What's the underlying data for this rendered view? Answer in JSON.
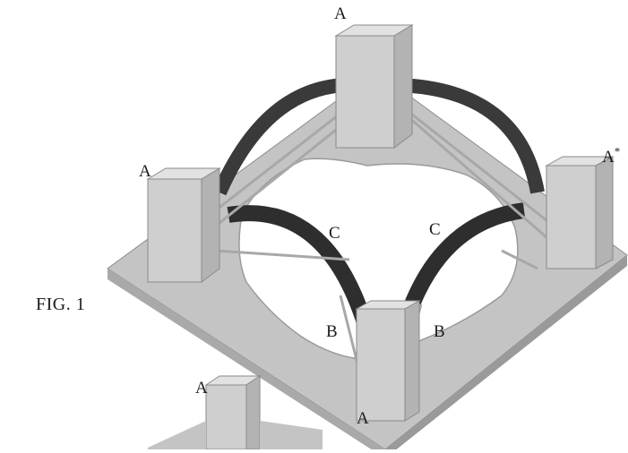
{
  "figure": {
    "caption": "FIG. 1",
    "labels": {
      "top": "A",
      "left": "A",
      "right": "A",
      "right_marker": "*",
      "bottom": "A",
      "lower_left": "A",
      "arch_left": "C",
      "arch_right": "C",
      "strut_left": "B",
      "strut_right": "B"
    }
  },
  "colors": {
    "base": "#bdbdbd",
    "base_edge": "#8e8e8e",
    "column": "#cfcfcf",
    "arch": "#3a3a3a",
    "strut": "#a8a8a8"
  }
}
